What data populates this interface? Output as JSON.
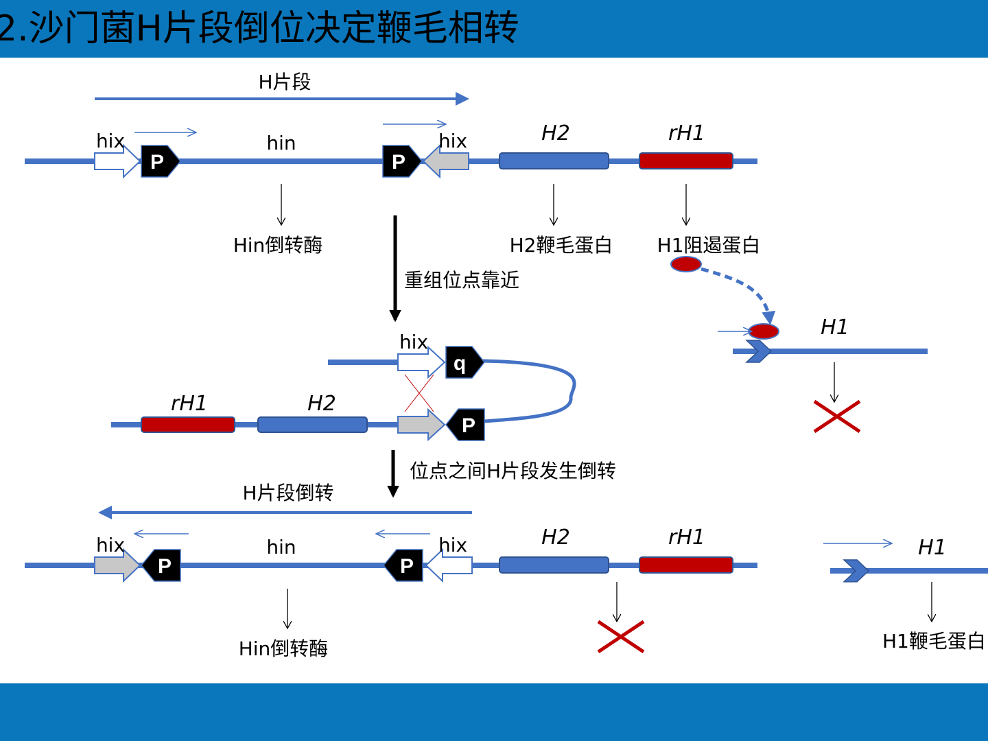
{
  "title": "2.沙门菌H片段倒位决定鞭毛相转",
  "colors": {
    "band": "#0a77bd",
    "dna": "#4472c4",
    "red": "#c00000",
    "gray_arrow": "#c8c8c8",
    "promoter": "#000000"
  },
  "labels": {
    "h_segment": "H片段",
    "hix": "hix",
    "hin": "hin",
    "P": "P",
    "q": "q",
    "H2": "H2",
    "rH1": "rH1",
    "H1": "H1",
    "hin_invertase": "Hin倒转酶",
    "h2_flagellin": "H2鞭毛蛋白",
    "h1_repressor": "H1阻遏蛋白",
    "sites_approach": "重组位点靠近",
    "inversion_between_sites": "位点之间H片段发生倒转",
    "h_segment_inverted": "H片段倒转",
    "h1_flagellin": "H1鞭毛蛋白"
  },
  "icons": [
    "promoter-icon",
    "hix-arrow-icon",
    "cross-mark-icon",
    "repressor-protein-icon"
  ]
}
